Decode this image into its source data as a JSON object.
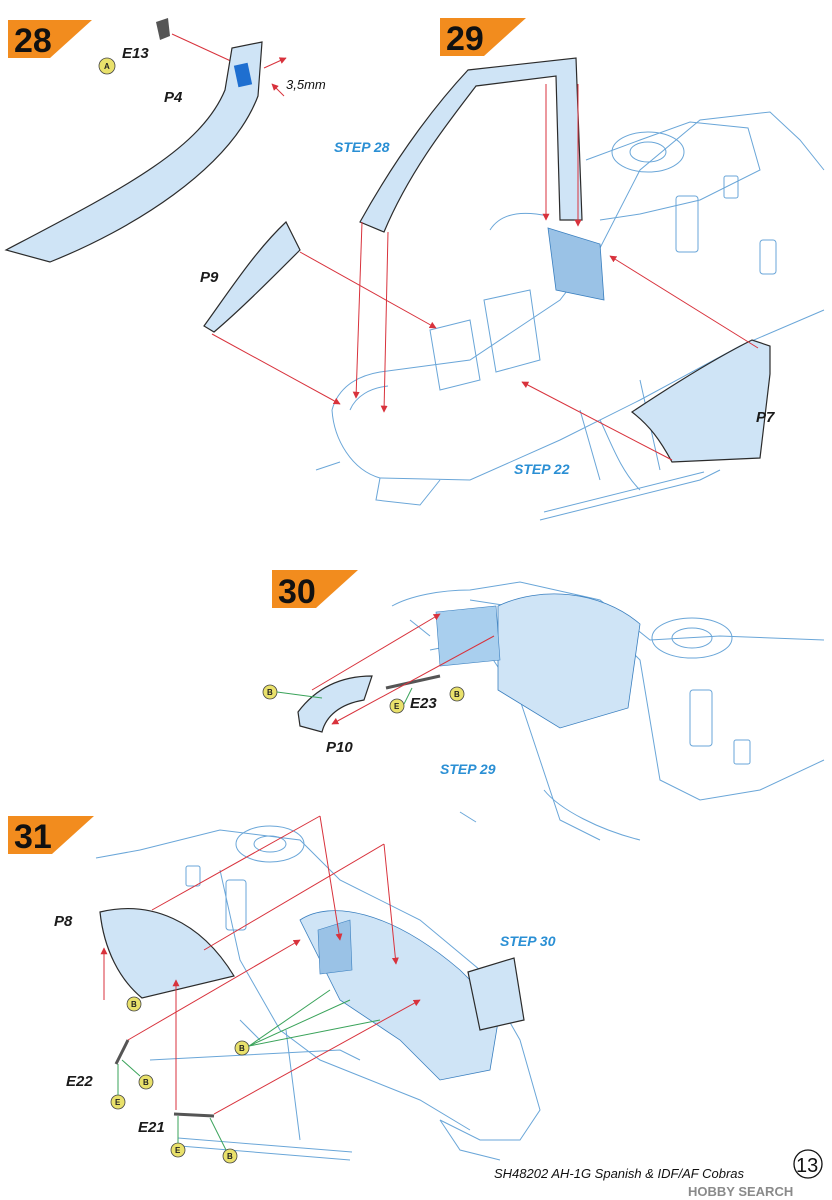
{
  "colors": {
    "accent_orange": "#f28c1e",
    "arrow_red": "#d8323c",
    "step_blue": "#2a8fd4",
    "glass_blue": "#cfe4f6",
    "outline_blue": "#6aa6d8",
    "glue_green": "#3aa35a"
  },
  "steps": [
    {
      "number": "28",
      "parts": [
        "E13",
        "P4"
      ],
      "dimension": "3,5mm",
      "glue": [
        "A"
      ]
    },
    {
      "number": "29",
      "parts": [
        "P9",
        "P7"
      ],
      "refs": [
        "STEP 28",
        "STEP 22"
      ]
    },
    {
      "number": "30",
      "parts": [
        "P10",
        "E23"
      ],
      "refs": [
        "STEP 29"
      ],
      "glue": [
        "B",
        "E",
        "B"
      ]
    },
    {
      "number": "31",
      "parts": [
        "P8",
        "E22",
        "E21"
      ],
      "refs": [
        "STEP 30"
      ],
      "glue": [
        "B",
        "B",
        "E",
        "E",
        "B",
        "B"
      ]
    }
  ],
  "footer": {
    "product": "SH48202 AH-1G Spanish & IDF/AF Cobras",
    "page": "13",
    "watermark": "HOBBY SEARCH"
  }
}
